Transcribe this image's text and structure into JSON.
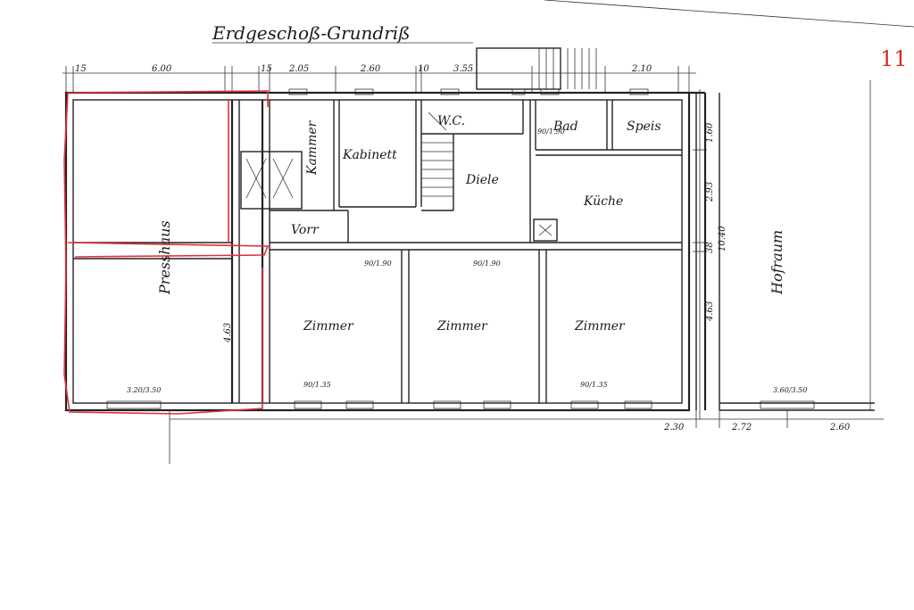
{
  "title": "Erdgeschoß-Grundriß",
  "page_number": "11",
  "rooms": {
    "presshaus": "Presshaus",
    "kammer": "Kammer",
    "kabinett": "Kabinett",
    "wc": "W.C.",
    "bad": "Bad",
    "speis": "Speis",
    "diele": "Diele",
    "kueche": "Küche",
    "vorr": "Vorr",
    "zimmer1": "Zimmer",
    "zimmer2": "Zimmer",
    "zimmer3": "Zimmer",
    "hofraum": "Hofraum"
  },
  "dimensions": {
    "top_15_a": "15",
    "top_600": "6.00",
    "top_15_b": "15",
    "top_205": "2.05",
    "top_260": "2.60",
    "top_10": "10",
    "top_355": "3.55",
    "top_210": "2.10",
    "right_160": "1.60",
    "right_293": "2.93",
    "right_1040": "10.40",
    "right_463": "4.63",
    "right_38": "38",
    "left_463": "4.63",
    "bottom_230": "2.30",
    "bottom_272": "2.72",
    "bottom_260": "2.60",
    "win_90_135": "90/1.35",
    "door_90_190": "90/1.90",
    "win_320_350": "3.20/3.50",
    "win_360_350": "3.60/3.50"
  },
  "colors": {
    "ink": "#222222",
    "red_markup": "#e0303a"
  }
}
